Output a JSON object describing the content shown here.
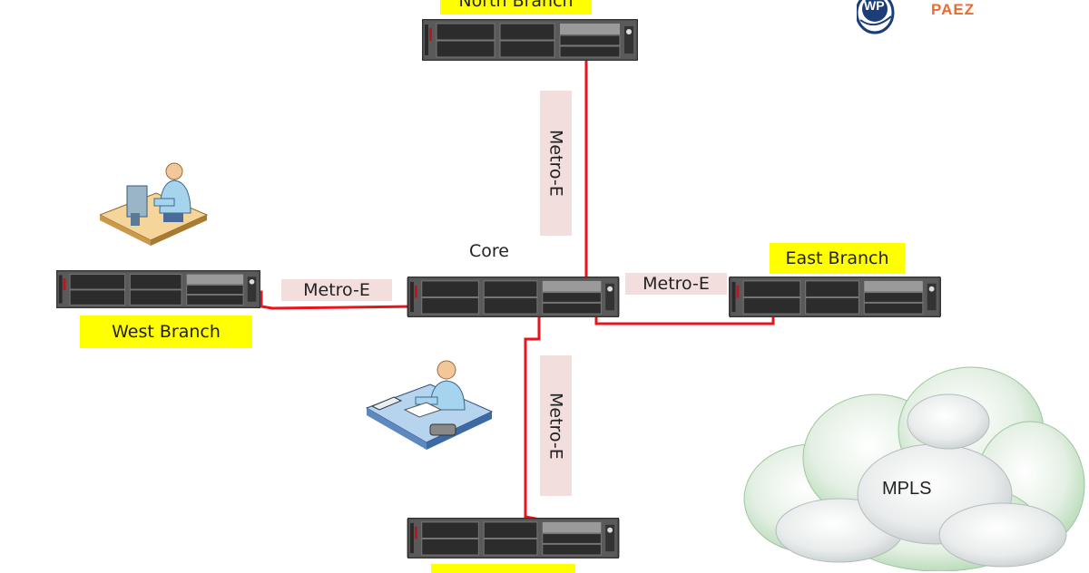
{
  "diagram": {
    "core_label": "Core",
    "branches": {
      "north": "North Branch",
      "west": "West Branch",
      "east": "East Branch",
      "south": ""
    },
    "links": {
      "north_core": "Metro-E",
      "west_core": "Metro-E",
      "east_core": "Metro-E",
      "south_core": "Metro-E"
    },
    "cloud_label": "MPLS",
    "logo": {
      "letters": "WP",
      "text": "PAEZ"
    }
  },
  "colors": {
    "link_line": "#e8141c",
    "branch_label_bg": "#ffff00",
    "link_label_bg": "#f3dede",
    "logo_blue": "#1b3e7a",
    "logo_orange": "#ef6a2d",
    "server_body": "#3c3c3c"
  },
  "icons": [
    "server-icon",
    "desktop-user-icon",
    "office-worker-icon",
    "cloud-icon",
    "logo-icon"
  ]
}
